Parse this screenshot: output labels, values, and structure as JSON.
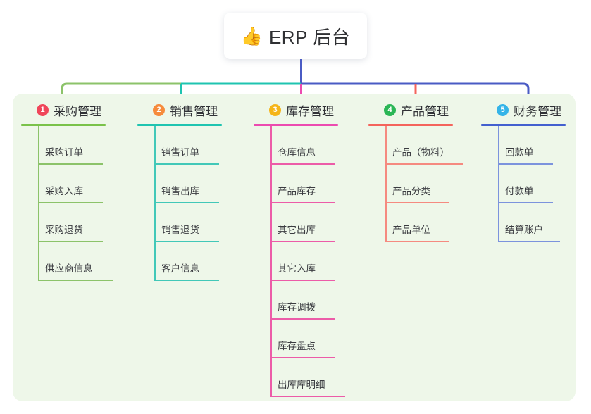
{
  "diagram": {
    "type": "mindmap-tree",
    "root": {
      "icon": "thumbs-up-icon",
      "icon_glyph": "👍",
      "label": "ERP 后台"
    },
    "panel_color": "#eef7e9",
    "trunk_color": "#4a5bc4",
    "columns": [
      {
        "index": "1",
        "badge_color": "#f0465a",
        "rule_color": "#7ac24a",
        "line_color": "#8cc36a",
        "title": "采购管理",
        "rule_width": 120,
        "items": [
          {
            "label": "采购订单",
            "rule_width": 92
          },
          {
            "label": "采购入库",
            "rule_width": 92
          },
          {
            "label": "采购退货",
            "rule_width": 92
          },
          {
            "label": "供应商信息",
            "rule_width": 106
          }
        ]
      },
      {
        "index": "2",
        "badge_color": "#f68b3c",
        "rule_color": "#1fc4b0",
        "line_color": "#42c8b8",
        "title": "销售管理",
        "rule_width": 120,
        "items": [
          {
            "label": "销售订单",
            "rule_width": 92
          },
          {
            "label": "销售出库",
            "rule_width": 92
          },
          {
            "label": "销售退货",
            "rule_width": 92
          },
          {
            "label": "客户信息",
            "rule_width": 92
          }
        ]
      },
      {
        "index": "3",
        "badge_color": "#f5b519",
        "rule_color": "#ec4bb0",
        "line_color": "#ec5ca8",
        "title": "库存管理",
        "rule_width": 120,
        "items": [
          {
            "label": "仓库信息",
            "rule_width": 92
          },
          {
            "label": "产品库存",
            "rule_width": 92
          },
          {
            "label": "其它出库",
            "rule_width": 92
          },
          {
            "label": "其它入库",
            "rule_width": 92
          },
          {
            "label": "库存调拨",
            "rule_width": 92
          },
          {
            "label": "库存盘点",
            "rule_width": 92
          },
          {
            "label": "出库库明细",
            "rule_width": 106
          }
        ]
      },
      {
        "index": "4",
        "badge_color": "#2bb656",
        "rule_color": "#f4645c",
        "line_color": "#f58a80",
        "title": "产品管理",
        "rule_width": 120,
        "items": [
          {
            "label": "产品（物料）",
            "rule_width": 110
          },
          {
            "label": "产品分类",
            "rule_width": 90
          },
          {
            "label": "产品单位",
            "rule_width": 90
          }
        ]
      },
      {
        "index": "5",
        "badge_color": "#35b4e8",
        "rule_color": "#4360cf",
        "line_color": "#7c93dd",
        "title": "财务管理",
        "rule_width": 120,
        "items": [
          {
            "label": "回款单",
            "rule_width": 78
          },
          {
            "label": "付款单",
            "rule_width": 78
          },
          {
            "label": "结算账户",
            "rule_width": 88
          }
        ]
      }
    ],
    "connector": {
      "segments": [
        {
          "name": "green-left",
          "color": "#8cc36a"
        },
        {
          "name": "teal-mid",
          "color": "#1fc4b0"
        },
        {
          "name": "blue-right",
          "color": "#4a5bc4"
        }
      ],
      "stub_colors": [
        "#8cc36a",
        "#1fc4b0",
        "#ec4bb0",
        "#f4645c",
        "#4360cf"
      ]
    }
  }
}
